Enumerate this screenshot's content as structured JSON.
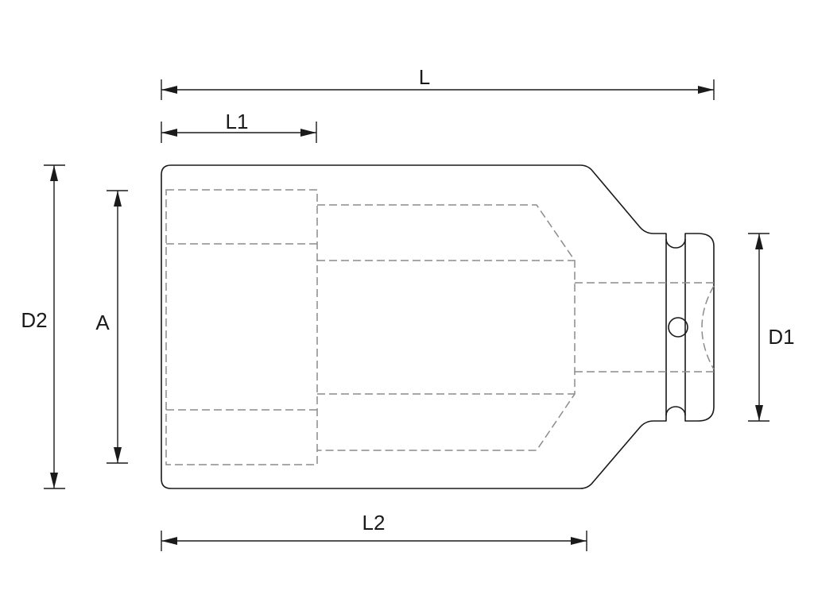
{
  "drawing": {
    "subject": "impact-socket",
    "dimensions": {
      "L": "L",
      "L1": "L1",
      "L2": "L2",
      "D1": "D1",
      "D2": "D2",
      "A": "A"
    },
    "colors": {
      "outline": "#1a1a1a",
      "hidden": "#8c8c8c",
      "background": "#ffffff"
    }
  }
}
